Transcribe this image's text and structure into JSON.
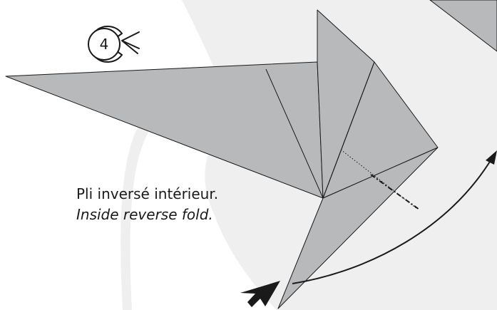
{
  "step": {
    "number": "4"
  },
  "caption": {
    "french": "Pli inversé intérieur.",
    "english": "Inside reverse fold."
  },
  "colors": {
    "paper": "#b8b9bb",
    "background_swoosh": "#efefef",
    "ink": "#1a1a1a"
  }
}
